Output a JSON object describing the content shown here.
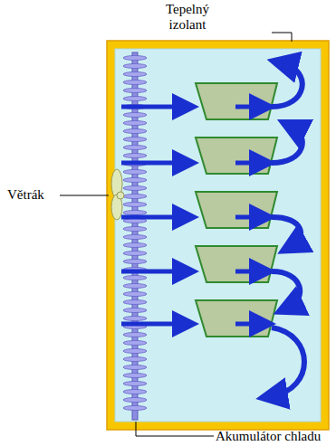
{
  "diagram": {
    "labels": [
      "Tepelný izolant",
      "Větrák",
      "Akumulátor chladu"
    ]
  }
}
